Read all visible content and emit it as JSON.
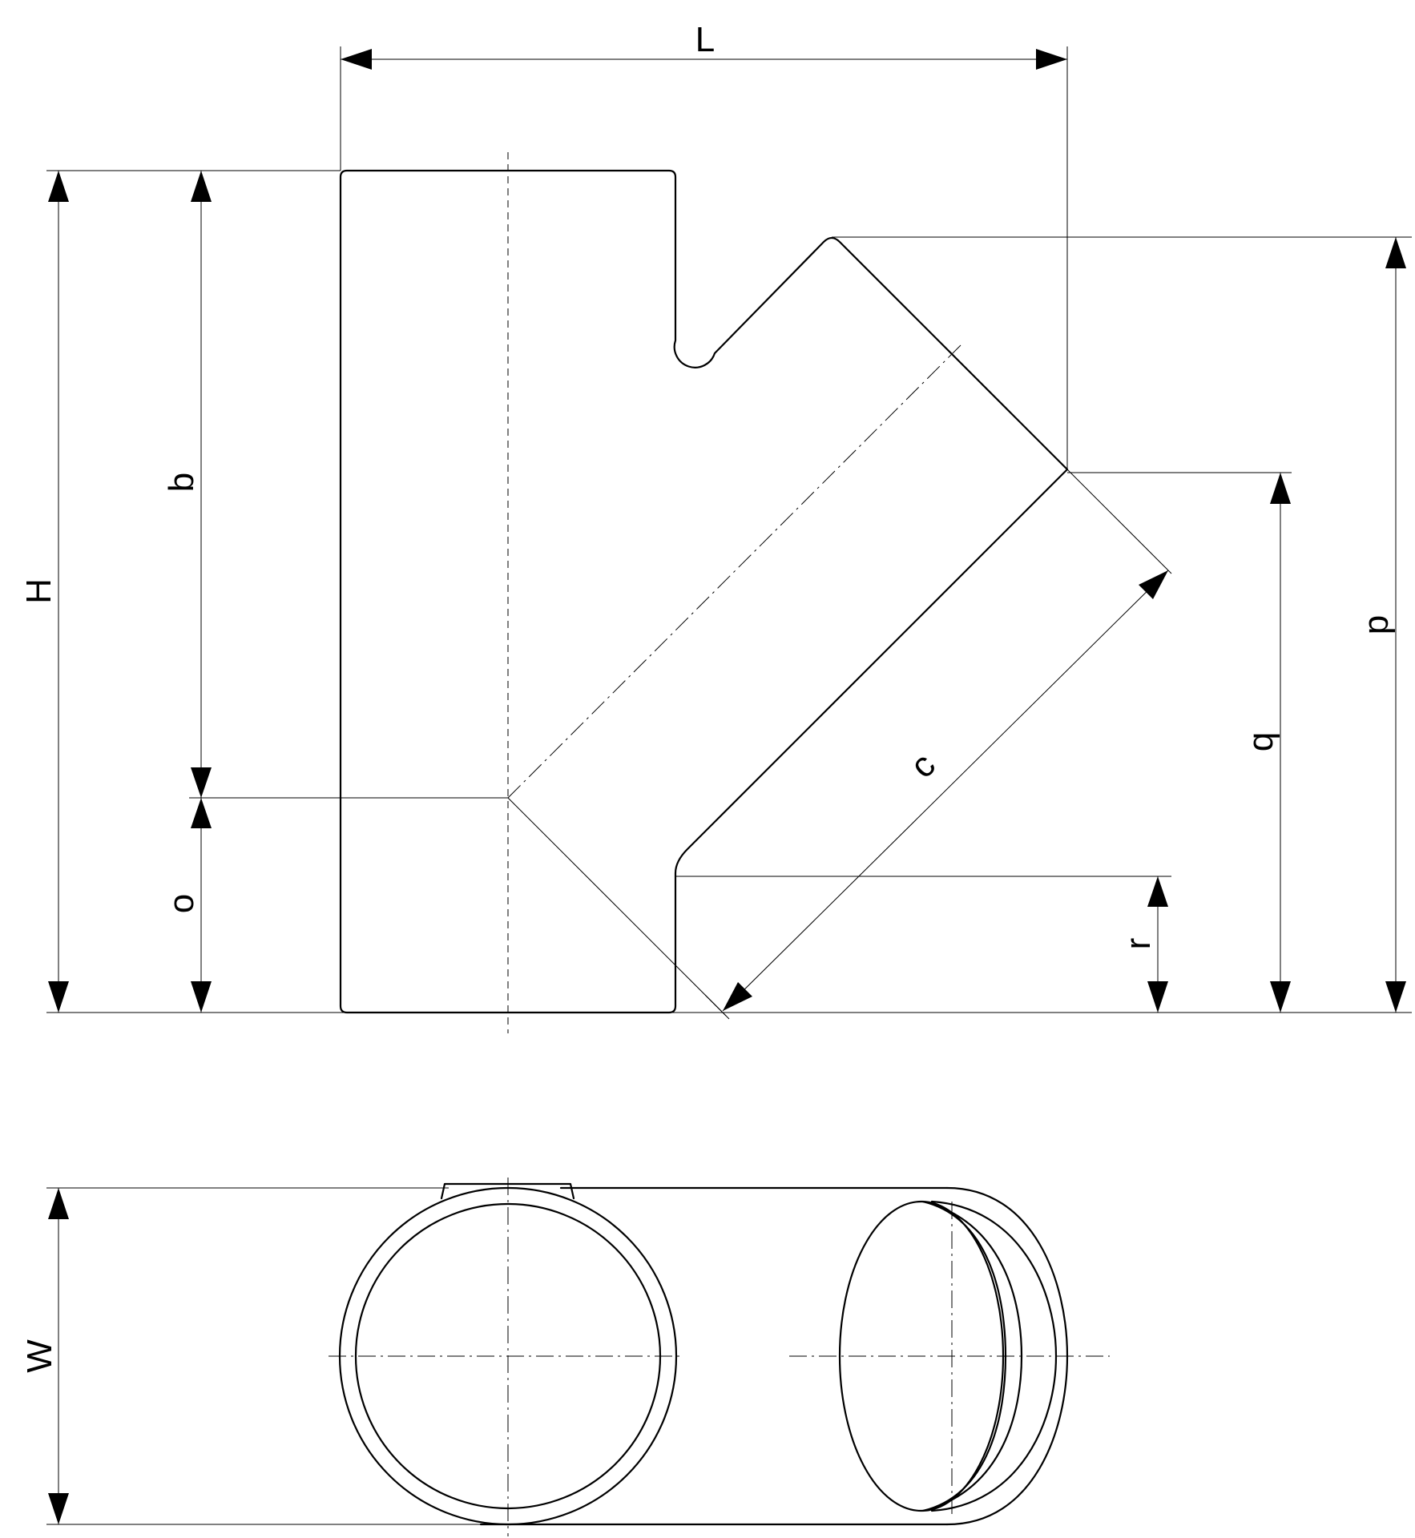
{
  "drawing": {
    "labels": {
      "L": "L",
      "H": "H",
      "b": "b",
      "o": "o",
      "c": "c",
      "p": "p",
      "q": "q",
      "r": "r",
      "W": "W"
    }
  }
}
